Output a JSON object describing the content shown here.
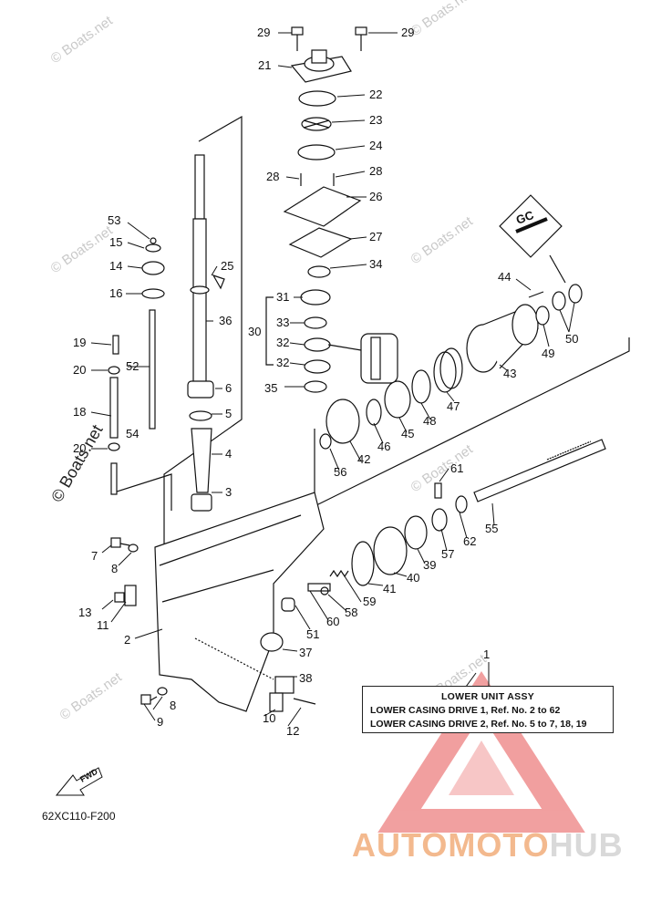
{
  "diagram_code": "62XC110-F200",
  "legend": {
    "title": "LOWER  UNIT ASSY",
    "line1": "LOWER CASING DRIVE 1, Ref. No. 2 to 62",
    "line2": "LOWER CASING DRIVE 2, Ref. No. 5 to 7, 18, 19"
  },
  "watermark": "© Boats.net",
  "brand": {
    "part1": "AUTOMOTO",
    "part2": "HUB",
    "color1": "#f3b98e",
    "color2": "#d9d9d9",
    "triangle_color": "#ef8f8f"
  },
  "fwd_label": "FWD",
  "gc_label": "GC",
  "callouts": {
    "n1": "1",
    "n2": "2",
    "n3": "3",
    "n4": "4",
    "n5": "5",
    "n6": "6",
    "n7": "7",
    "n8a": "8",
    "n8b": "8",
    "n9": "9",
    "n10": "10",
    "n11": "11",
    "n12": "12",
    "n13": "13",
    "n14": "14",
    "n15": "15",
    "n16": "16",
    "n18": "18",
    "n19": "19",
    "n20a": "20",
    "n20b": "20",
    "n21": "21",
    "n22": "22",
    "n23": "23",
    "n24": "24",
    "n25": "25",
    "n26": "26",
    "n27": "27",
    "n28a": "28",
    "n28b": "28",
    "n29a": "29",
    "n29b": "29",
    "n30": "30",
    "n31": "31",
    "n32a": "32",
    "n32b": "32",
    "n33": "33",
    "n34": "34",
    "n35": "35",
    "n36": "36",
    "n37": "37",
    "n38": "38",
    "n39": "39",
    "n40": "40",
    "n41": "41",
    "n42": "42",
    "n43": "43",
    "n44": "44",
    "n45": "45",
    "n46": "46",
    "n47": "47",
    "n48": "48",
    "n49": "49",
    "n50": "50",
    "n51": "51",
    "n52": "52",
    "n53": "53",
    "n54": "54",
    "n55": "55",
    "n56": "56",
    "n57": "57",
    "n58": "58",
    "n59": "59",
    "n60": "60",
    "n61": "61",
    "n62": "62"
  }
}
